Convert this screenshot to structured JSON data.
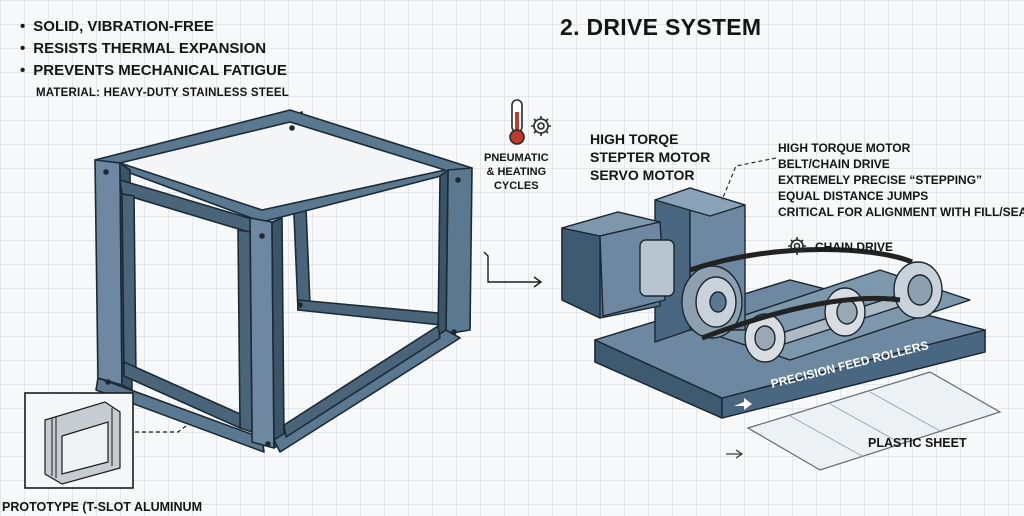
{
  "frame_section": {
    "bullets": [
      "SOLID, VIBRATION-FREE",
      "RESISTS THERMAL EXPANSION",
      "PREVENTS MECHANICAL FATIGUE"
    ],
    "material": "MATERIAL: HEAVY-DUTY STAINLESS STEEL",
    "prototype_caption": "PROTOTYPE (T-SLOT ALUMINUM"
  },
  "drive_section": {
    "title": "2. DRIVE SYSTEM",
    "pneumatic_lines": [
      "PNEUMATIC",
      "& HEATING",
      "CYCLES"
    ],
    "motor_lines": [
      "HIGH TORQE",
      "STEPTER MOTOR",
      "SERVO MOTOR"
    ],
    "features": [
      "HIGH TORQUE MOTOR",
      "BELT/CHAIN DRIVE",
      "EXTREMELY PRECISE “STEPPING”",
      "EQUAL DISTANCE JUMPS",
      "CRITICAL FOR ALIGNMENT WITH FILL/SEAL"
    ],
    "chain_drive_label": "CHAIN DRIVE",
    "rollers_label": "PRECISION FEED ROLLERS",
    "plastic_sheet_label": "PLASTIC SHEET"
  },
  "colors": {
    "steel": "#5b7891",
    "steel_dark": "#3a5468",
    "steel_light": "#7d97ad",
    "ink": "#151515",
    "accent": "#4d6b85"
  },
  "icons": [
    "thermometer-icon",
    "gear-icon",
    "chain-gear-icon",
    "arrow-right-icon"
  ]
}
